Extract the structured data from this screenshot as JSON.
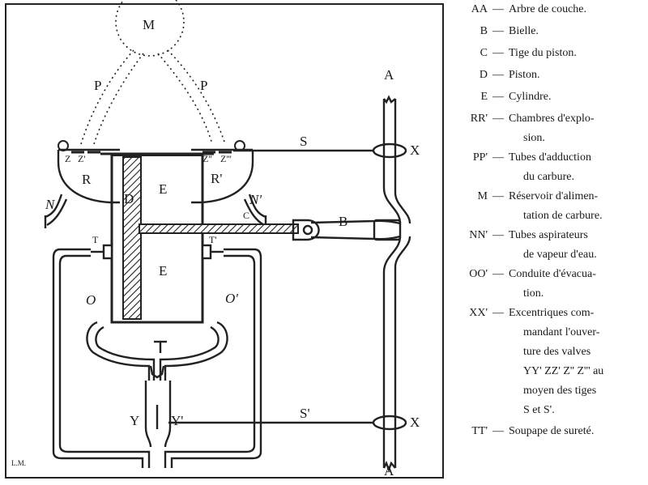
{
  "figure": {
    "labels": {
      "M": "M",
      "P_left": "P",
      "P_right": "P",
      "A_top": "A",
      "A_bottom": "A",
      "S": "S",
      "S_prime": "S'",
      "X_top": "X",
      "X_bottom": "X",
      "Z": "Z",
      "Z1": "Z'",
      "Z2": "Z''",
      "Z3": "Z'''",
      "R": "R",
      "R_prime": "R'",
      "E_top": "E",
      "E_bottom": "E",
      "D": "D",
      "C": "C",
      "B": "B",
      "N": "N",
      "N_prime": "N'",
      "T": "T",
      "T_prime": "T'",
      "O": "O",
      "O_prime": "O'",
      "Y": "Y",
      "Y_prime": "Y'",
      "signature": "L.M."
    }
  },
  "legend": [
    {
      "key": "AA",
      "lines": [
        "Arbre de couche."
      ]
    },
    {
      "key": "B",
      "lines": [
        "Bielle."
      ]
    },
    {
      "key": "C",
      "lines": [
        "Tige du piston."
      ]
    },
    {
      "key": "D",
      "lines": [
        "Piston."
      ]
    },
    {
      "key": "E",
      "lines": [
        "Cylindre."
      ]
    },
    {
      "key": "RR'",
      "lines": [
        "Chambres d'explo-",
        "sion."
      ]
    },
    {
      "key": "PP'",
      "lines": [
        "Tubes d'adduction",
        "du carbure."
      ]
    },
    {
      "key": "M",
      "lines": [
        "Réservoir d'alimen-",
        "tation de carbure."
      ]
    },
    {
      "key": "NN'",
      "lines": [
        "Tubes aspirateurs",
        "de vapeur d'eau."
      ]
    },
    {
      "key": "OO'",
      "lines": [
        "Conduite d'évacua-",
        "tion."
      ]
    },
    {
      "key": "XX'",
      "lines": [
        "Excentriques com-",
        "mandant l'ouver-",
        "ture des valves",
        "YY' ZZ' Z'' Z''' au",
        "moyen des tiges",
        "S et S'."
      ]
    },
    {
      "key": "TT'",
      "lines": [
        "Soupape de sureté."
      ]
    }
  ]
}
